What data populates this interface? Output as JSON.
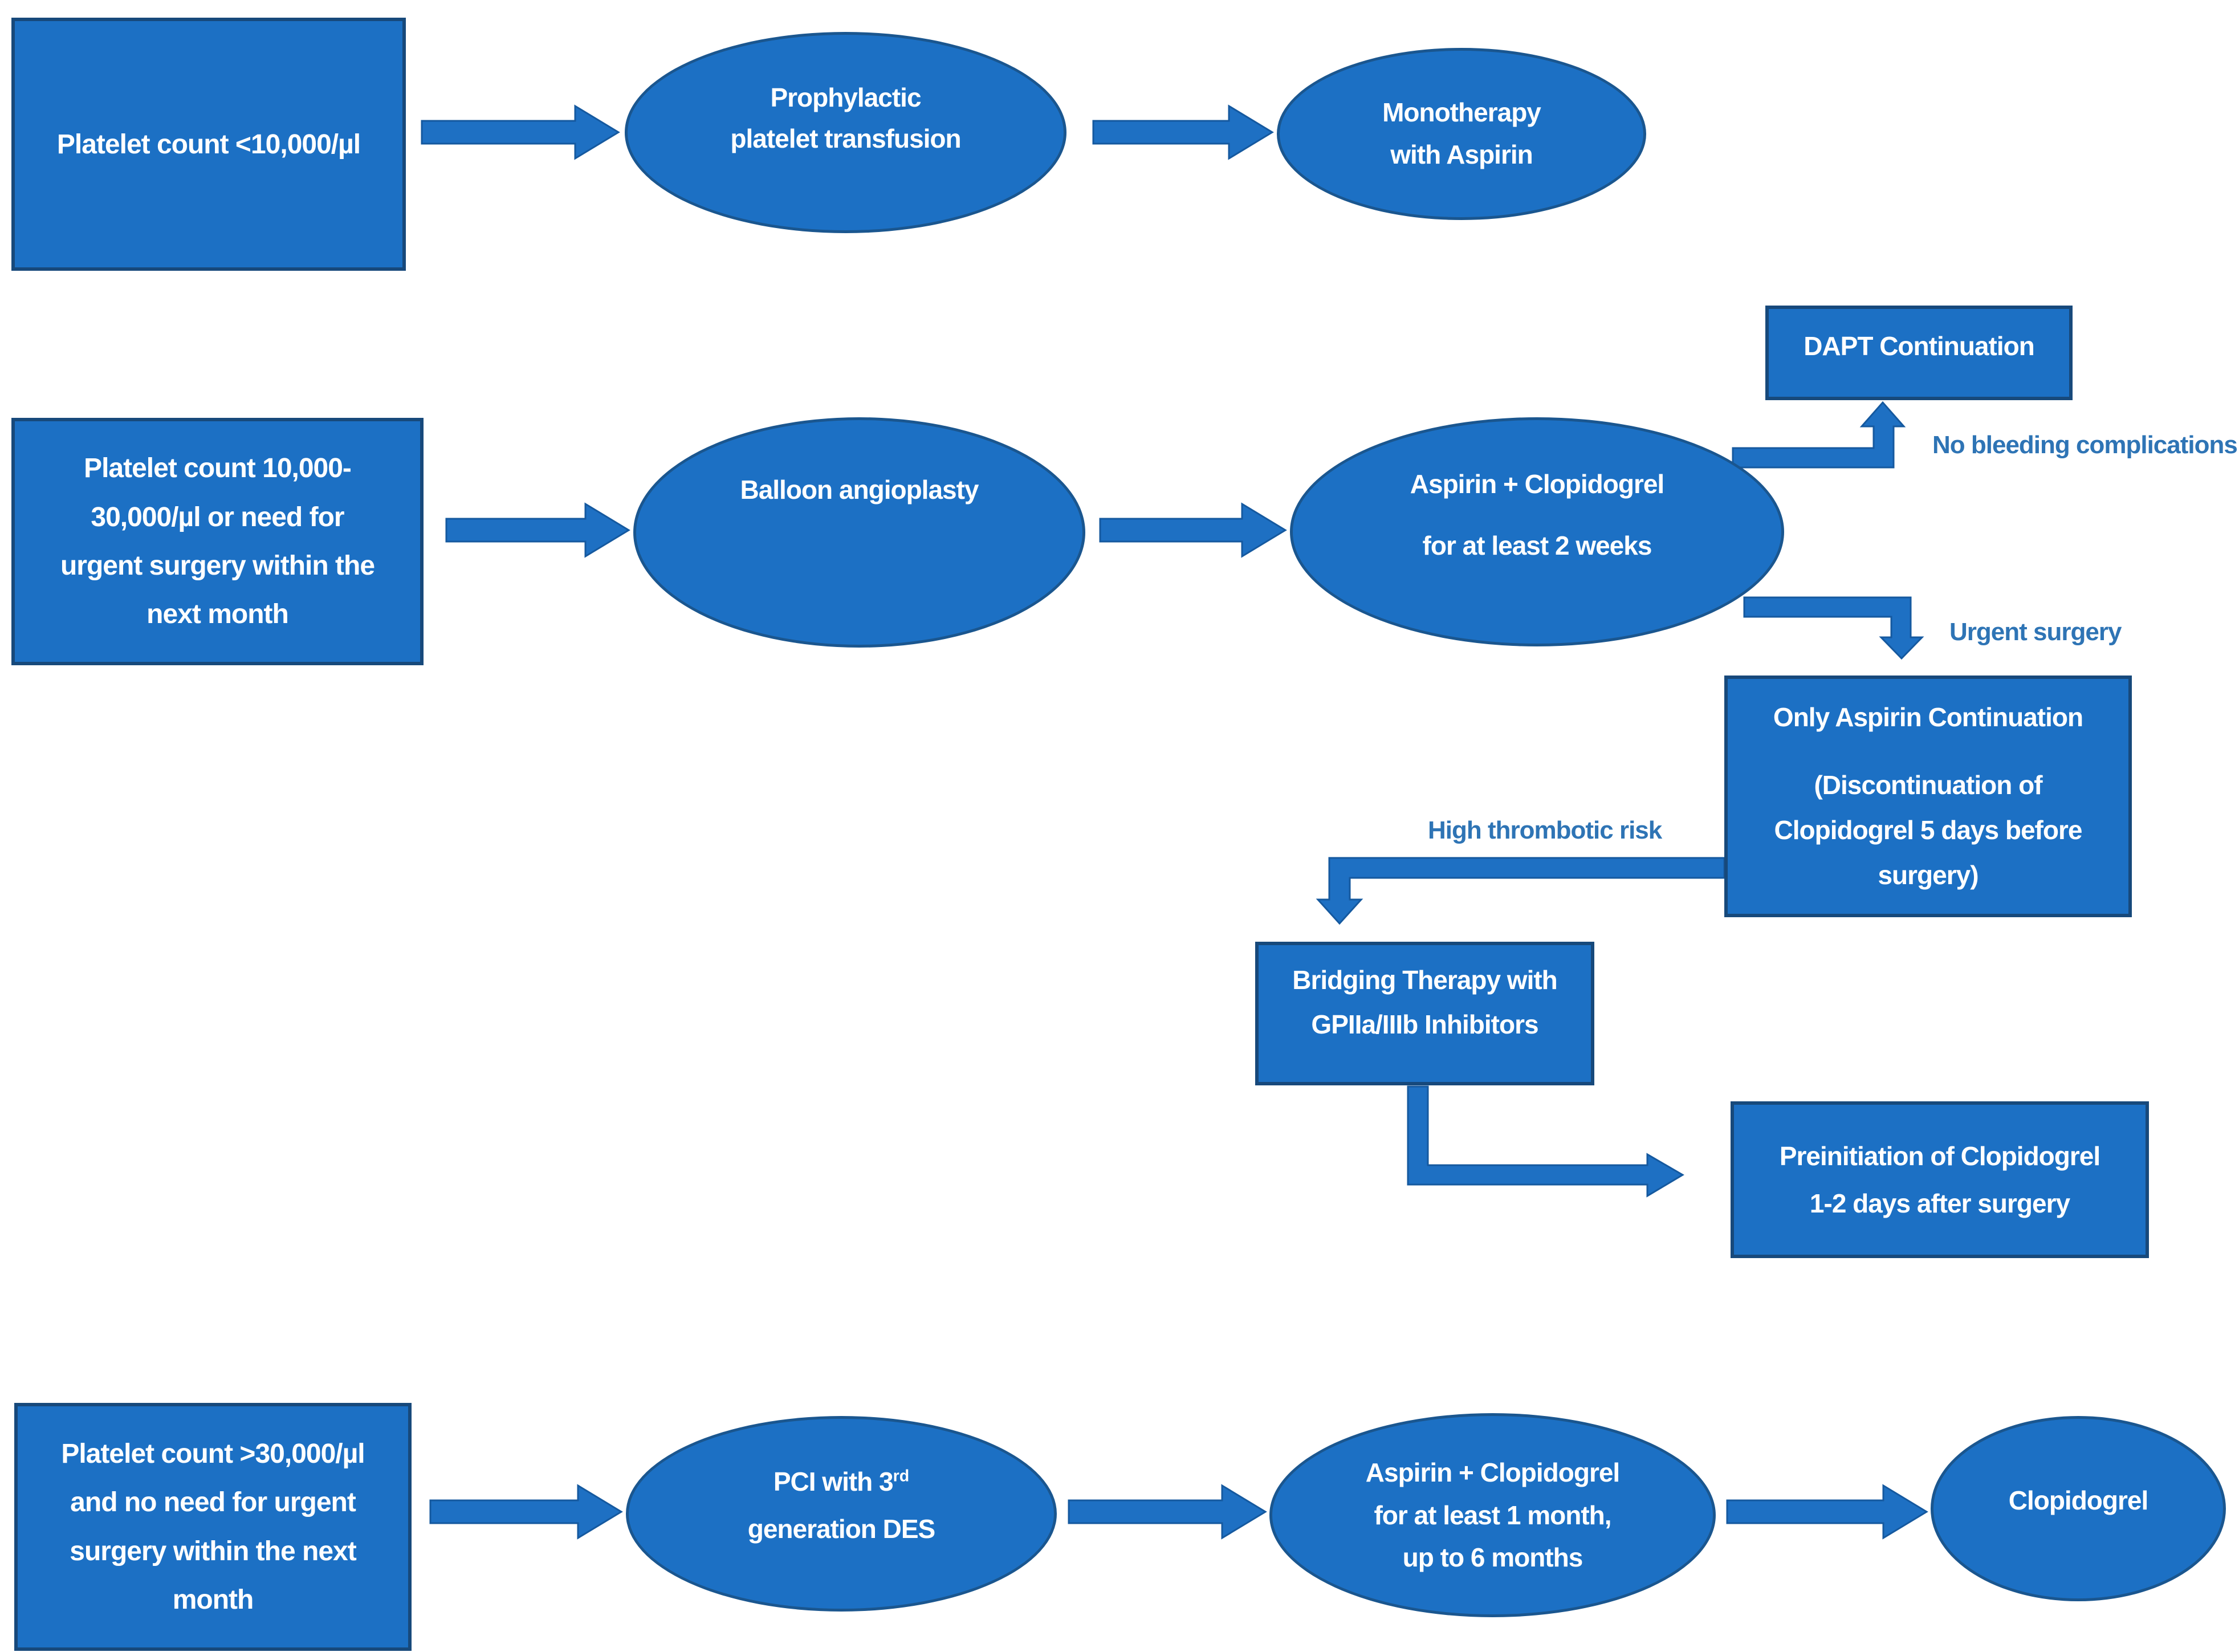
{
  "title": "Antiplatelet therapy flowchart by platelet count",
  "colors": {
    "shape_fill": "#1C70C4",
    "shape_border": "#17497B",
    "arrow_fill": "#1E70C3",
    "edge_label_text": "#2E74B5",
    "shape_text": "#FFFFFF"
  },
  "nodes": {
    "platelet_low": {
      "lines": [
        "Platelet count <10,000/µl"
      ]
    },
    "prophylactic": {
      "lines": [
        "Prophylactic",
        "platelet transfusion"
      ]
    },
    "monotherapy": {
      "lines": [
        "Monotherapy",
        "with Aspirin"
      ]
    },
    "dapt": {
      "label": "DAPT Continuation"
    },
    "platelet_mid": {
      "lines": [
        "Platelet count 10,000-",
        "30,000/µl or need for",
        "urgent surgery within the",
        "next month"
      ]
    },
    "balloon": {
      "label": "Balloon angioplasty"
    },
    "aspirin_clopidogrel_2w": {
      "lines": [
        "Aspirin + Clopidogrel",
        "for at least 2 weeks"
      ]
    },
    "only_aspirin": {
      "lines": [
        "Only Aspirin Continuation",
        "(Discontinuation of",
        "Clopidogrel 5 days before",
        "surgery)"
      ]
    },
    "bridging": {
      "lines": [
        "Bridging Therapy with",
        "GPIIa/IIIb Inhibitors"
      ]
    },
    "preinitiation": {
      "lines": [
        "Preinitiation of Clopidogrel",
        "1-2 days after surgery"
      ]
    },
    "platelet_high": {
      "lines": [
        "Platelet count >30,000/µl",
        "and no need for urgent",
        "surgery within the next",
        "month"
      ]
    },
    "pci": {
      "line1_prefix": "PCI with 3",
      "line1_sup": "rd",
      "line2": "generation DES"
    },
    "aspirin_clopidogrel_1m": {
      "lines": [
        "Aspirin + Clopidogrel",
        "for at least 1 month,",
        "up to 6 months"
      ]
    },
    "clopidogrel": {
      "label": "Clopidogrel"
    }
  },
  "edge_labels": {
    "no_bleeding": "No bleeding complications",
    "urgent_surgery": "Urgent surgery",
    "high_thrombotic": "High thrombotic risk"
  }
}
